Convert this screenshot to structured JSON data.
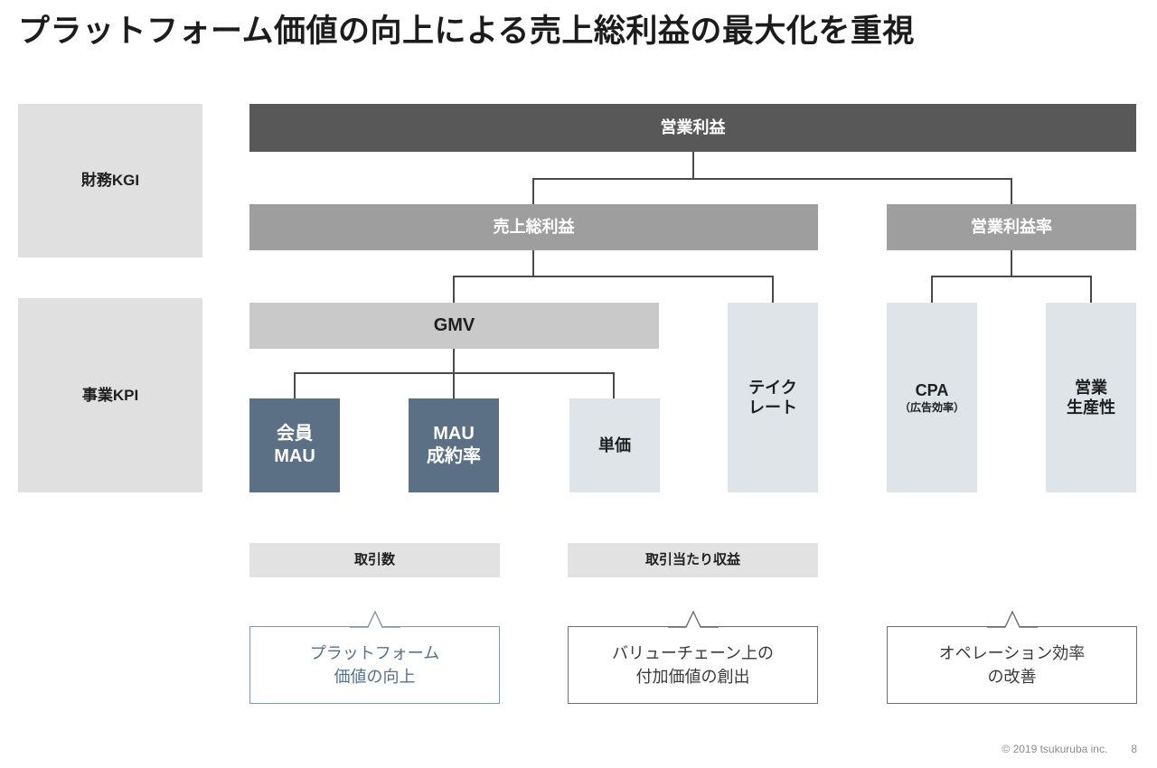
{
  "slide": {
    "title": "プラットフォーム価値の向上による売上総利益の最大化を重視",
    "page_number": "8",
    "copyright": "© 2019 tsukuruba inc."
  },
  "colors": {
    "level1": "#585858",
    "level2": "#9e9e9e",
    "gmv": "#c9c9c9",
    "light": "#dfe4e8",
    "accent": "#5b7084",
    "lane": "#e0e0e0",
    "driver_bar": "#e2e2e2",
    "connector": "#4a4a4a",
    "callout_blue_border": "#7f97ad",
    "callout_blue_text": "#56718b",
    "callout_gray_border": "#6d6d6d"
  },
  "lanes": [
    {
      "id": "financial-kgi",
      "label": "財務KGI"
    },
    {
      "id": "business-kpi",
      "label": "事業KPI"
    }
  ],
  "nodes": {
    "operating_profit": {
      "label": "営業利益"
    },
    "gross_profit": {
      "label": "売上総利益"
    },
    "operating_margin": {
      "label": "営業利益率"
    },
    "gmv": {
      "label": "GMV"
    },
    "take_rate": {
      "label": "テイク\nレート",
      "line1": "テイク",
      "line2": "レート"
    },
    "cpa": {
      "label": "CPA",
      "sublabel": "（広告効率）"
    },
    "sales_productivity": {
      "line1": "営業",
      "line2": "生産性"
    },
    "member_mau": {
      "line1": "会員",
      "line2": "MAU"
    },
    "mau_conversion": {
      "line1": "MAU",
      "line2": "成約率"
    },
    "unit_price": {
      "label": "単価"
    }
  },
  "driver_bars": [
    {
      "id": "transaction-count",
      "label": "取引数"
    },
    {
      "id": "revenue-per-transaction",
      "label": "取引当たり収益"
    }
  ],
  "callouts": [
    {
      "id": "platform-value",
      "line1": "プラットフォーム",
      "line2": "価値の向上",
      "style": "blue"
    },
    {
      "id": "value-chain-added-value",
      "line1": "バリューチェーン上の",
      "line2": "付加価値の創出",
      "style": "gray"
    },
    {
      "id": "operation-efficiency",
      "line1": "オペレーション効率",
      "line2": "の改善",
      "style": "gray"
    }
  ]
}
